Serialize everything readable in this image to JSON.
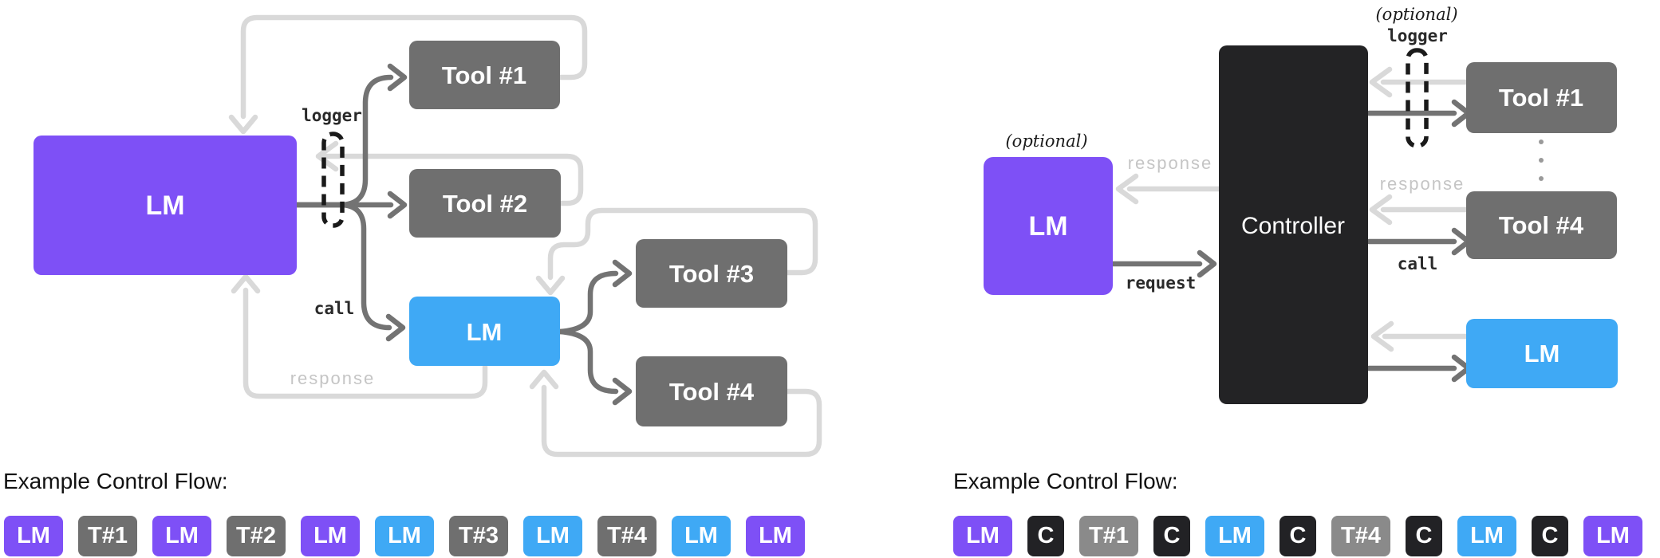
{
  "palette": {
    "purple": "#7E50F6",
    "blue": "#3FA9F5",
    "gray": "#6F6F6F",
    "gray_light": "#8A8A8A",
    "black": "#222225",
    "arrow_light": "#D9D9D9",
    "arrow_dark": "#737373"
  },
  "left": {
    "lm_label": "LM",
    "lm2_label": "LM",
    "tool1_label": "Tool #1",
    "tool2_label": "Tool #2",
    "tool3_label": "Tool #3",
    "tool4_label": "Tool #4",
    "logger_label": "logger",
    "call_label": "call",
    "response_label": "response",
    "flow_heading": "Example Control Flow:",
    "flow_badges": [
      {
        "label": "LM",
        "color": "purple"
      },
      {
        "label": "T#1",
        "color": "gray"
      },
      {
        "label": "LM",
        "color": "purple"
      },
      {
        "label": "T#2",
        "color": "gray"
      },
      {
        "label": "LM",
        "color": "purple"
      },
      {
        "label": "LM",
        "color": "blue"
      },
      {
        "label": "T#3",
        "color": "gray"
      },
      {
        "label": "LM",
        "color": "blue"
      },
      {
        "label": "T#4",
        "color": "gray"
      },
      {
        "label": "LM",
        "color": "blue"
      },
      {
        "label": "LM",
        "color": "purple"
      }
    ]
  },
  "right": {
    "optional_label_lm": "(optional)",
    "optional_label_logger": "(optional)",
    "logger_label": "logger",
    "lm_label": "LM",
    "lm2_label": "LM",
    "controller_label": "Controller",
    "tool1_label": "Tool #1",
    "tool4_label": "Tool #4",
    "response_label_lm": "response",
    "request_label": "request",
    "response_label_tool": "response",
    "call_label": "call",
    "flow_heading": "Example Control Flow:",
    "flow_badges": [
      {
        "label": "LM",
        "color": "purple"
      },
      {
        "label": "C",
        "color": "black"
      },
      {
        "label": "T#1",
        "color": "gray_light"
      },
      {
        "label": "C",
        "color": "black"
      },
      {
        "label": "LM",
        "color": "blue"
      },
      {
        "label": "C",
        "color": "black"
      },
      {
        "label": "T#4",
        "color": "gray_light"
      },
      {
        "label": "C",
        "color": "black"
      },
      {
        "label": "LM",
        "color": "blue"
      },
      {
        "label": "C",
        "color": "black"
      },
      {
        "label": "LM",
        "color": "purple"
      }
    ]
  }
}
